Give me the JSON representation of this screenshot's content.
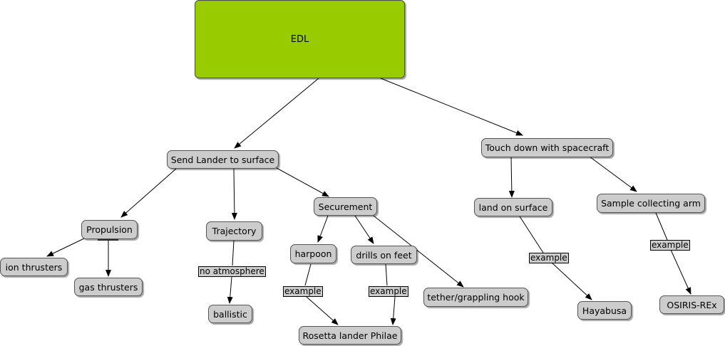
{
  "nodes": {
    "root": "EDL",
    "send_lander": "Send Lander to surface",
    "touch_down": "Touch down with spacecraft",
    "propulsion": "Propulsion",
    "trajectory": "Trajectory",
    "securement": "Securement",
    "land_on_surface": "land on surface",
    "sample_arm": "Sample collecting arm",
    "ion_thrusters": "ion thrusters",
    "gas_thrusters": "gas thrusters",
    "ballistic": "ballistic",
    "harpoon": "harpoon",
    "drills_on_feet": "drills on feet",
    "tether": "tether/grappling hook",
    "rosetta": "Rosetta lander Philae",
    "hayabusa": "Hayabusa",
    "osiris": "OSIRIS-REx"
  },
  "link_labels": {
    "no_atmosphere": "no atmosphere",
    "example_harpoon": "example",
    "example_drills": "example",
    "example_land": "example",
    "example_arm": "example"
  },
  "colors": {
    "root_fill": "#99cc00",
    "node_fill": "#cccccc",
    "edge": "#000000"
  }
}
